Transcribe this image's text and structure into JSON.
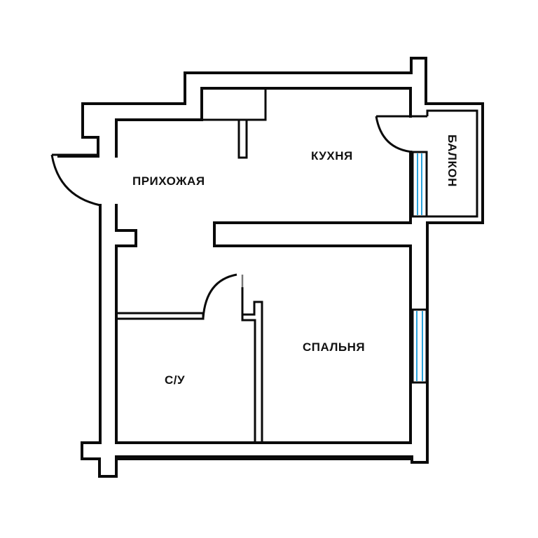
{
  "plan": {
    "type": "apartment floor plan",
    "rooms": [
      {
        "id": "hallway",
        "label": "ПРИХОЖАЯ"
      },
      {
        "id": "kitchen",
        "label": "КУХНЯ"
      },
      {
        "id": "balcony",
        "label": "БАЛКОН"
      },
      {
        "id": "bathroom",
        "label": "С/У"
      },
      {
        "id": "bedroom",
        "label": "СПАЛЬНЯ"
      }
    ],
    "colors": {
      "wall": "#0a0a0a",
      "window_glass": "#29a3dc",
      "background": "#ffffff"
    }
  }
}
